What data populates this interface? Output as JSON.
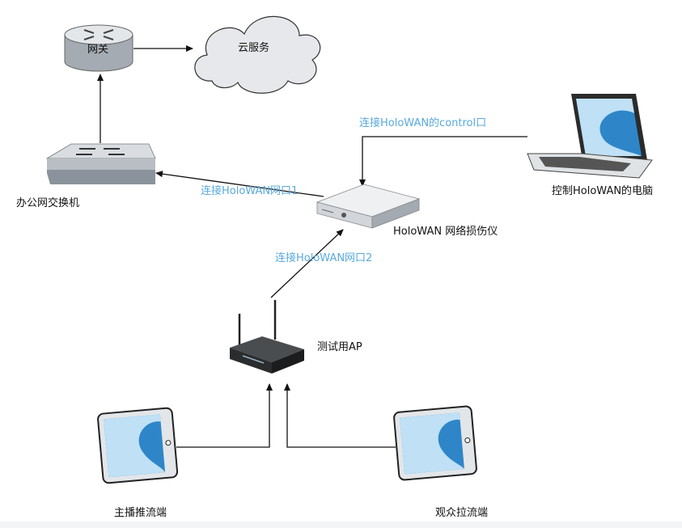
{
  "nodes": {
    "gateway": "网关",
    "cloud": "云服务",
    "office_switch": "办公网交换机",
    "holowan": "HoloWAN 网络损伤仪",
    "control_pc": "控制HoloWAN的电脑",
    "test_ap": "测试用AP",
    "streamer": "主播推流端",
    "viewer": "观众拉流端"
  },
  "links": {
    "control_port": "连接HoloWAN的control口",
    "port1": "连接HoloWAN网口1",
    "port2": "连接HoloWAN网口2"
  },
  "colors": {
    "link_label": "#5aa9dc",
    "screen_blue": "#2e86c8"
  }
}
